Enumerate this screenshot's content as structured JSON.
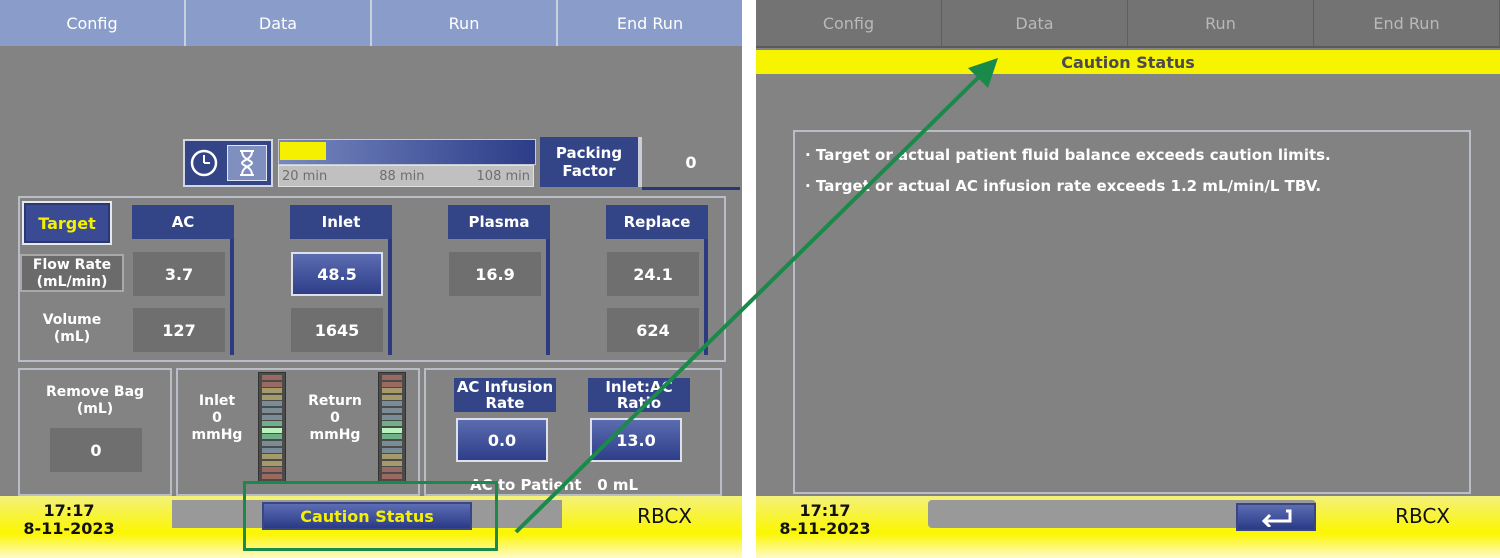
{
  "tabs": [
    "Config",
    "Data",
    "Run",
    "End Run"
  ],
  "left": {
    "progress": {
      "fill_fraction": 0.18,
      "ticks": [
        "20 min",
        "88 min",
        "108 min"
      ]
    },
    "packing": {
      "label_line1": "Packing",
      "label_line2": "Factor",
      "value": "0"
    },
    "target_label": "Target",
    "columns": [
      "AC",
      "Inlet",
      "Plasma",
      "Replace"
    ],
    "row_labels": {
      "flow_line1": "Flow Rate",
      "flow_line2": "(mL/min)",
      "volume_line1": "Volume",
      "volume_line2": "(mL)"
    },
    "flow_values": [
      "3.7",
      "48.5",
      "16.9",
      "24.1"
    ],
    "volume_values": [
      "127",
      "1645",
      "",
      "624"
    ],
    "remove_bag": {
      "line1": "Remove Bag",
      "line2": "(mL)",
      "value": "0"
    },
    "pressure": {
      "inlet_label": "Inlet",
      "inlet_value": "0",
      "inlet_unit": "mmHg",
      "return_label": "Return",
      "return_value": "0",
      "return_unit": "mmHg"
    },
    "ac_infusion": {
      "line1": "AC Infusion",
      "line2": "Rate",
      "value": "0.0"
    },
    "inlet_ac": {
      "line1": "Inlet:AC",
      "line2": "Ratio",
      "value": "13.0"
    },
    "ac_to_patient": {
      "label": "AC to Patient",
      "value": "0 mL"
    },
    "footer": {
      "time": "17:17",
      "date": "8-11-2023",
      "button": "Caution Status",
      "mode": "RBCX"
    }
  },
  "right": {
    "banner": "Caution Status",
    "messages": [
      "· Target or actual patient fluid balance exceeds caution limits.",
      "· Target or actual AC infusion rate exceeds 1.2 mL/min/L TBV."
    ],
    "footer": {
      "time": "17:17",
      "date": "8-11-2023",
      "mode": "RBCX"
    }
  },
  "colors": {
    "accent": "#334487",
    "caution_yellow": "#f7f400",
    "annotation_green": "#1a8a4a"
  }
}
